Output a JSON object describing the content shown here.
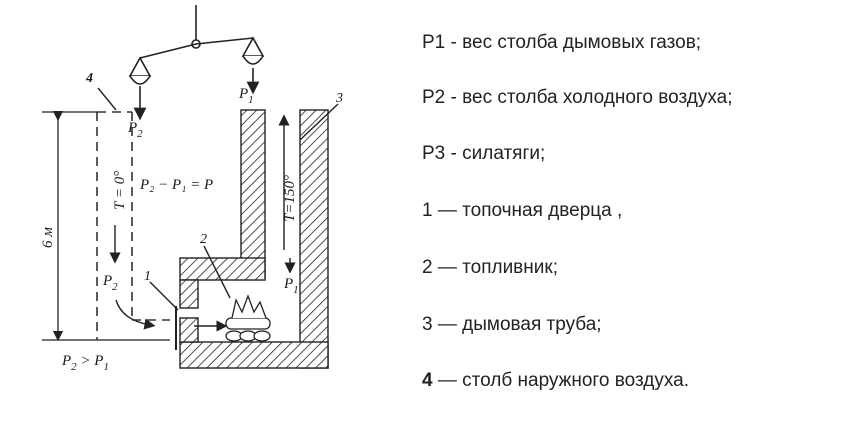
{
  "diagram": {
    "labels": {
      "p2_top": "P",
      "p2_top_sub": "2",
      "p1_top": "P",
      "p1_top_sub": "1",
      "p2_mid": "P",
      "p2_mid_sub": "2",
      "p1_mid": "P",
      "p1_mid_sub": "1",
      "p2_bot": "P",
      "p2_bot_sub": "2",
      "gt": " > ",
      "p1_bot": "P",
      "p1_bot_sub": "1",
      "formula": "P₂ − P₁ = P",
      "t_cold": "T = 0°",
      "t_hot": "T=150°",
      "height": "6 м",
      "n1": "1",
      "n2": "2",
      "n3": "3",
      "n4": "4"
    }
  },
  "legend": [
    {
      "key": "P1",
      "text": " - вес столба дымовых газов;"
    },
    {
      "key": "P2",
      "text": " - вес столба холодного воздуха;"
    },
    {
      "key": "P3",
      "text": " - силатяги;"
    },
    {
      "key": "1",
      "text": " — топочная дверца ,"
    },
    {
      "key": "2",
      "text": " — топливник;"
    },
    {
      "key": "3",
      "text": " — дымовая труба;"
    },
    {
      "key": "4",
      "text": " — столб наружного воздуха."
    }
  ]
}
